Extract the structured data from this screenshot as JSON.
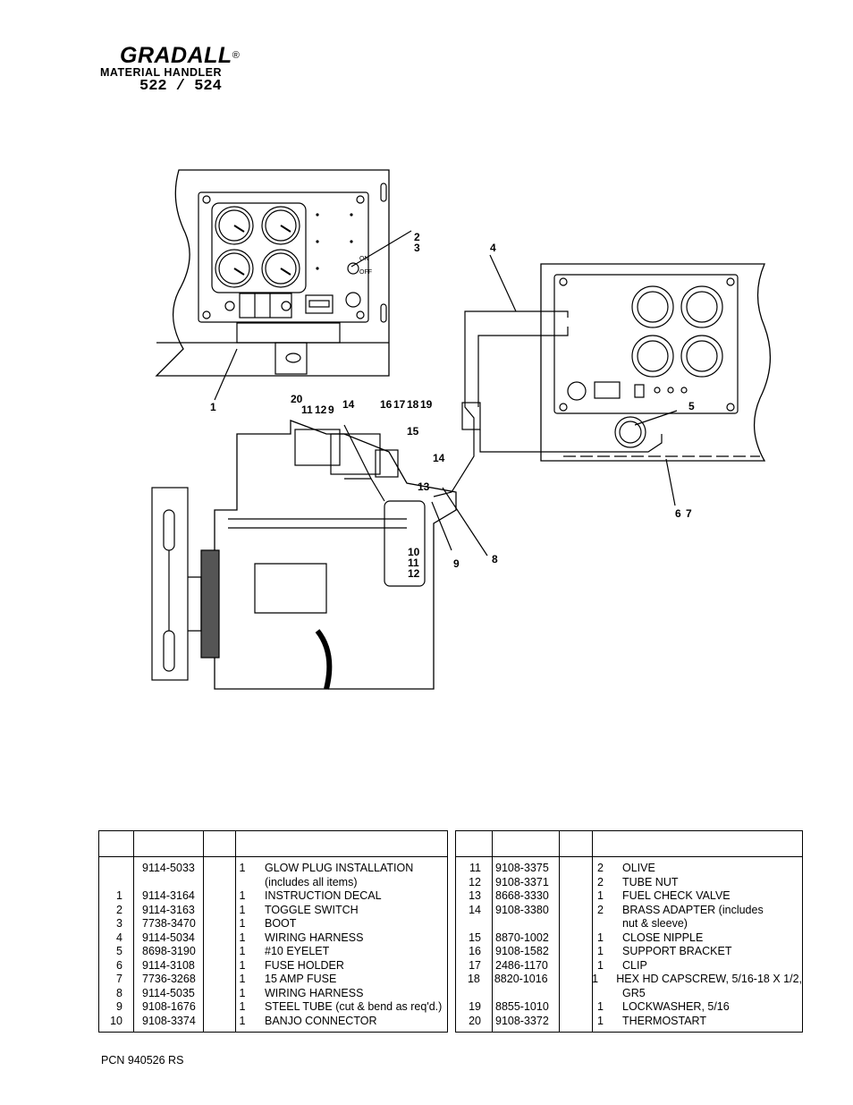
{
  "header": {
    "brand": "GRADALL",
    "registered": "®",
    "subtitle": "MATERIAL HANDLER",
    "model": "522 / 524"
  },
  "diagram": {
    "callouts": [
      "1",
      "2",
      "3",
      "4",
      "5",
      "6",
      "7",
      "8",
      "9",
      "9",
      "10",
      "11",
      "12",
      "11",
      "12",
      "13",
      "14",
      "14",
      "15",
      "16",
      "17",
      "18",
      "19",
      "20"
    ],
    "switch_labels": {
      "on": "ON",
      "off": "OFF"
    }
  },
  "parts_left": [
    {
      "item": "",
      "part": "9114-5033",
      "qty": "1",
      "desc": "GLOW PLUG INSTALLATION"
    },
    {
      "item": "",
      "part": "",
      "qty": "",
      "desc": "(includes all items)"
    },
    {
      "item": "1",
      "part": "9114-3164",
      "qty": "1",
      "desc": "INSTRUCTION DECAL"
    },
    {
      "item": "2",
      "part": "9114-3163",
      "qty": "1",
      "desc": "TOGGLE SWITCH"
    },
    {
      "item": "3",
      "part": "7738-3470",
      "qty": "1",
      "desc": "BOOT"
    },
    {
      "item": "4",
      "part": "9114-5034",
      "qty": "1",
      "desc": "WIRING HARNESS"
    },
    {
      "item": "5",
      "part": "8698-3190",
      "qty": "1",
      "desc": " #10 EYELET"
    },
    {
      "item": "6",
      "part": "9114-3108",
      "qty": "1",
      "desc": "FUSE HOLDER"
    },
    {
      "item": "7",
      "part": "7736-3268",
      "qty": "1",
      "desc": "15 AMP FUSE"
    },
    {
      "item": "8",
      "part": "9114-5035",
      "qty": "1",
      "desc": "WIRING HARNESS"
    },
    {
      "item": "9",
      "part": "9108-1676",
      "qty": "1",
      "desc": "STEEL TUBE (cut & bend as req'd.)"
    },
    {
      "item": "10",
      "part": "9108-3374",
      "qty": "1",
      "desc": "BANJO CONNECTOR"
    }
  ],
  "parts_right": [
    {
      "item": "11",
      "part": "9108-3375",
      "qty": "2",
      "desc": "OLIVE"
    },
    {
      "item": "12",
      "part": "9108-3371",
      "qty": "2",
      "desc": "TUBE NUT"
    },
    {
      "item": "13",
      "part": "8668-3330",
      "qty": "1",
      "desc": "FUEL CHECK VALVE"
    },
    {
      "item": "14",
      "part": "9108-3380",
      "qty": "2",
      "desc": "BRASS ADAPTER (includes"
    },
    {
      "item": "",
      "part": "",
      "qty": "",
      "desc": "nut & sleeve)"
    },
    {
      "item": "15",
      "part": "8870-1002",
      "qty": "1",
      "desc": "CLOSE NIPPLE"
    },
    {
      "item": "16",
      "part": "9108-1582",
      "qty": "1",
      "desc": "SUPPORT BRACKET"
    },
    {
      "item": "17",
      "part": "2486-1170",
      "qty": "1",
      "desc": "CLIP"
    },
    {
      "item": "18",
      "part": "8820-1016",
      "qty": "1",
      "desc": "HEX HD CAPSCREW, 5/16-18 X 1/2,"
    },
    {
      "item": "",
      "part": "",
      "qty": "",
      "desc": "GR5"
    },
    {
      "item": "19",
      "part": "8855-1010",
      "qty": "1",
      "desc": "LOCKWASHER, 5/16"
    },
    {
      "item": "20",
      "part": "9108-3372",
      "qty": "1",
      "desc": "THERMOSTART"
    }
  ],
  "footer": {
    "pcn": "PCN 940526 RS"
  }
}
